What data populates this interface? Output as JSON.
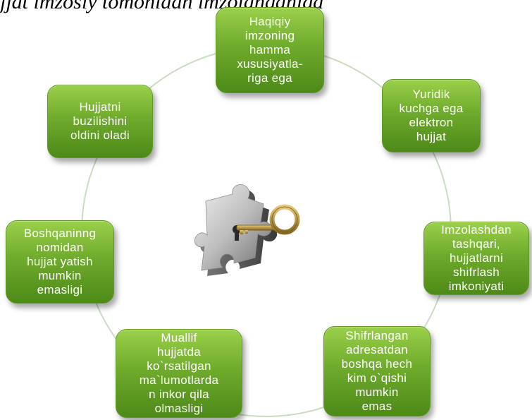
{
  "header": {
    "visible_text": "jjat imzosiy tomonidan imzolanganiga"
  },
  "diagram": {
    "nodes": [
      {
        "id": "top",
        "text": "Haqiqiy\nimzoning\nhamma\nxususiyatla-\nriga ega"
      },
      {
        "id": "upper-right",
        "text": "Yuridik\nkuchga ega\nelektron\nhujjat"
      },
      {
        "id": "right",
        "text": "Imzolashdan\ntashqari,\nhujjatlarni\nshifrlash\nimkoniyati"
      },
      {
        "id": "lower-right",
        "text": "Shifrlangan\nadresatdan\nboshqa hech\nkim o`qishi\nmumkin\nemas"
      },
      {
        "id": "lower-left",
        "text": "Muallif\nhujjatda\nko`rsatilgan\nma`lumotlarda\nn inkor qila\nolmasligi"
      },
      {
        "id": "left",
        "text": "Boshqaninng\nnomidan\nhujjat yatish\nmumkin\nemasligi"
      },
      {
        "id": "upper-left",
        "text": "Hujjatni\nbuzilishini\noldini oladi"
      }
    ],
    "colors": {
      "node_fill": "#6fab2c",
      "node_text": "#ffffff",
      "ring": "#c9dcc0",
      "puzzle": "#b9b9b9",
      "key": "#c8a24a"
    },
    "center_icon": "puzzle-key-icon"
  }
}
